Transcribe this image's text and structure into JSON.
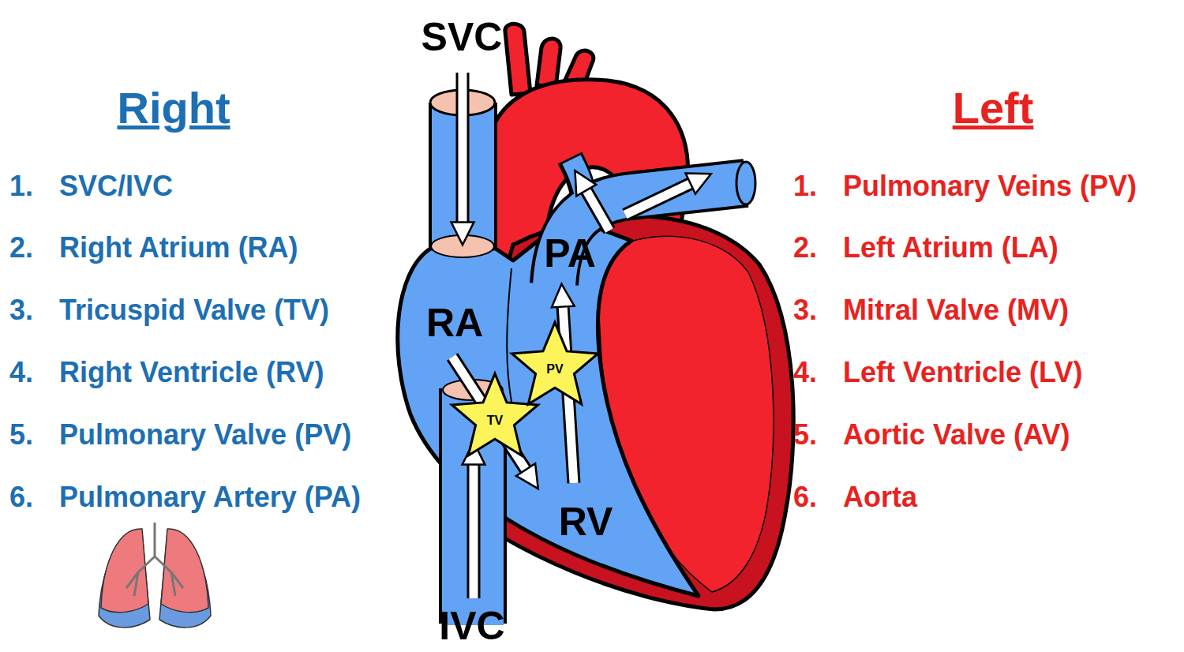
{
  "diagram": {
    "nodes": [
      {
        "text": [
          "TV"
        ]
      },
      {
        "text": [
          "PV"
        ]
      }
    ],
    "labels": [
      "Right",
      "1.",
      "SVC/IVC",
      "2.",
      "Right Atrium (RA)",
      "3.",
      "Tricuspid Valve (TV)",
      "4.",
      "Right Ventricle (RV)",
      "5.",
      "Pulmonary Valve (PV)",
      "6.",
      "Pulmonary Artery (PA)",
      "Left",
      "1.",
      "Pulmonary Veins (PV)",
      "2.",
      "Left Atrium (LA)",
      "3.",
      "Mitral Valve (MV)",
      "4.",
      "Left Ventricle (LV)",
      "5.",
      "Aortic Valve (AV)",
      "6.",
      "Aorta",
      "SVC",
      "RA",
      "PA",
      "RV",
      "IVC"
    ]
  }
}
